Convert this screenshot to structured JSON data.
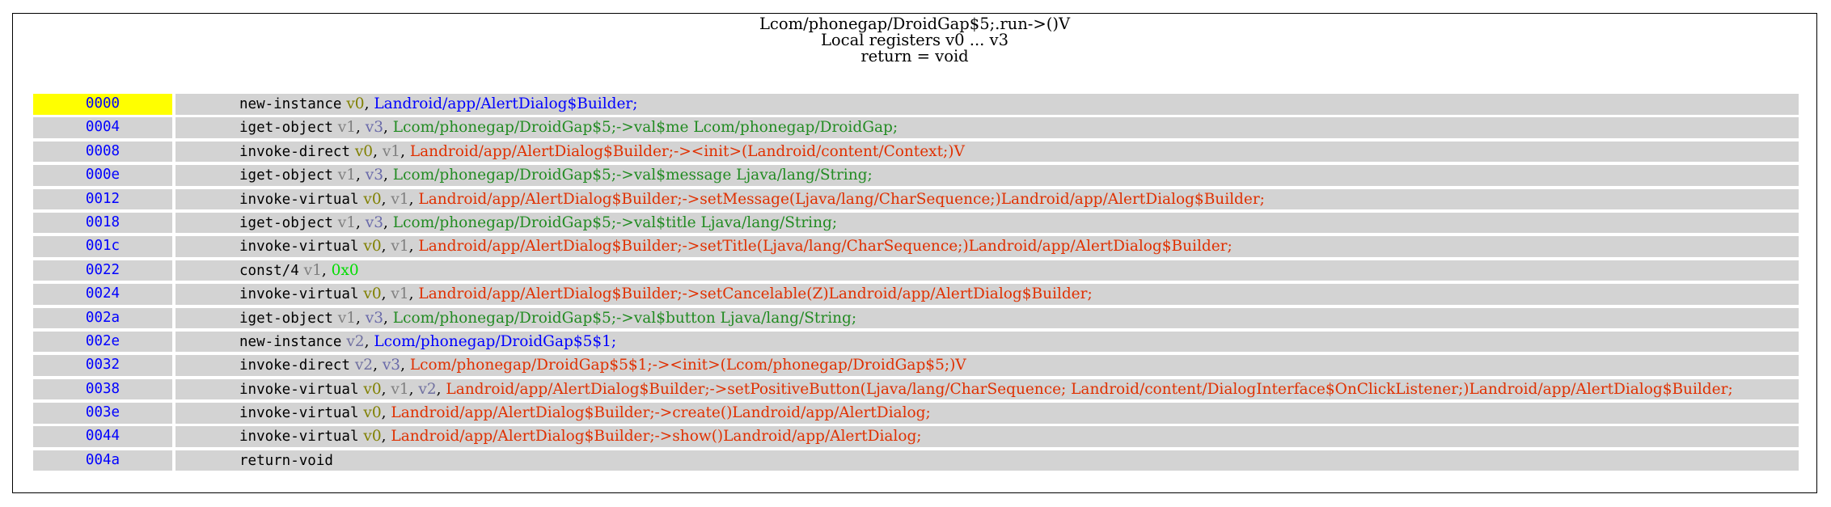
{
  "method": {
    "signature": "Lcom/phonegap/DroidGap$5;.run->()V",
    "registers": "Local registers v0 ... v3",
    "returns": "return = void"
  },
  "colors": {
    "address": "#0000ff",
    "current_address_bg": "#ffff00",
    "row_bg": "#d3d3d3",
    "v0": "#808000",
    "v1": "#808080",
    "v2": "#7070a0",
    "v3": "#6a6aaa",
    "type": "#0000ff",
    "field": "#228b22",
    "method": "#e03000",
    "literal": "#00dd00"
  },
  "instructions": [
    {
      "addr": "0000",
      "current": true,
      "op": "new-instance",
      "args": [
        {
          "t": "v0",
          "c": "v0"
        },
        {
          "t": "Landroid/app/AlertDialog$Builder;",
          "c": "type"
        }
      ]
    },
    {
      "addr": "0004",
      "op": "iget-object",
      "args": [
        {
          "t": "v1",
          "c": "v1"
        },
        {
          "t": "v3",
          "c": "v3"
        },
        {
          "t": "Lcom/phonegap/DroidGap$5;->val$me Lcom/phonegap/DroidGap;",
          "c": "field"
        }
      ]
    },
    {
      "addr": "0008",
      "op": "invoke-direct",
      "args": [
        {
          "t": "v0",
          "c": "v0"
        },
        {
          "t": "v1",
          "c": "v1"
        },
        {
          "t": "Landroid/app/AlertDialog$Builder;-><init>(Landroid/content/Context;)V",
          "c": "method"
        }
      ]
    },
    {
      "addr": "000e",
      "op": "iget-object",
      "args": [
        {
          "t": "v1",
          "c": "v1"
        },
        {
          "t": "v3",
          "c": "v3"
        },
        {
          "t": "Lcom/phonegap/DroidGap$5;->val$message Ljava/lang/String;",
          "c": "field"
        }
      ]
    },
    {
      "addr": "0012",
      "op": "invoke-virtual",
      "args": [
        {
          "t": "v0",
          "c": "v0"
        },
        {
          "t": "v1",
          "c": "v1"
        },
        {
          "t": "Landroid/app/AlertDialog$Builder;->setMessage(Ljava/lang/CharSequence;)Landroid/app/AlertDialog$Builder;",
          "c": "method"
        }
      ]
    },
    {
      "addr": "0018",
      "op": "iget-object",
      "args": [
        {
          "t": "v1",
          "c": "v1"
        },
        {
          "t": "v3",
          "c": "v3"
        },
        {
          "t": "Lcom/phonegap/DroidGap$5;->val$title Ljava/lang/String;",
          "c": "field"
        }
      ]
    },
    {
      "addr": "001c",
      "op": "invoke-virtual",
      "args": [
        {
          "t": "v0",
          "c": "v0"
        },
        {
          "t": "v1",
          "c": "v1"
        },
        {
          "t": "Landroid/app/AlertDialog$Builder;->setTitle(Ljava/lang/CharSequence;)Landroid/app/AlertDialog$Builder;",
          "c": "method"
        }
      ]
    },
    {
      "addr": "0022",
      "op": "const/4",
      "args": [
        {
          "t": "v1",
          "c": "v1"
        },
        {
          "t": "0x0",
          "c": "literal"
        }
      ]
    },
    {
      "addr": "0024",
      "op": "invoke-virtual",
      "args": [
        {
          "t": "v0",
          "c": "v0"
        },
        {
          "t": "v1",
          "c": "v1"
        },
        {
          "t": "Landroid/app/AlertDialog$Builder;->setCancelable(Z)Landroid/app/AlertDialog$Builder;",
          "c": "method"
        }
      ]
    },
    {
      "addr": "002a",
      "op": "iget-object",
      "args": [
        {
          "t": "v1",
          "c": "v1"
        },
        {
          "t": "v3",
          "c": "v3"
        },
        {
          "t": "Lcom/phonegap/DroidGap$5;->val$button Ljava/lang/String;",
          "c": "field"
        }
      ]
    },
    {
      "addr": "002e",
      "op": "new-instance",
      "args": [
        {
          "t": "v2",
          "c": "v2"
        },
        {
          "t": "Lcom/phonegap/DroidGap$5$1;",
          "c": "type"
        }
      ]
    },
    {
      "addr": "0032",
      "op": "invoke-direct",
      "args": [
        {
          "t": "v2",
          "c": "v2"
        },
        {
          "t": "v3",
          "c": "v3"
        },
        {
          "t": "Lcom/phonegap/DroidGap$5$1;-><init>(Lcom/phonegap/DroidGap$5;)V",
          "c": "method"
        }
      ]
    },
    {
      "addr": "0038",
      "op": "invoke-virtual",
      "args": [
        {
          "t": "v0",
          "c": "v0"
        },
        {
          "t": "v1",
          "c": "v1"
        },
        {
          "t": "v2",
          "c": "v2"
        },
        {
          "t": "Landroid/app/AlertDialog$Builder;->setPositiveButton(Ljava/lang/CharSequence; Landroid/content/DialogInterface$OnClickListener;)Landroid/app/AlertDialog$Builder;",
          "c": "method"
        }
      ]
    },
    {
      "addr": "003e",
      "op": "invoke-virtual",
      "args": [
        {
          "t": "v0",
          "c": "v0"
        },
        {
          "t": "Landroid/app/AlertDialog$Builder;->create()Landroid/app/AlertDialog;",
          "c": "method"
        }
      ]
    },
    {
      "addr": "0044",
      "op": "invoke-virtual",
      "args": [
        {
          "t": "v0",
          "c": "v0"
        },
        {
          "t": "Landroid/app/AlertDialog$Builder;->show()Landroid/app/AlertDialog;",
          "c": "method"
        }
      ]
    },
    {
      "addr": "004a",
      "op": "return-void",
      "args": []
    }
  ]
}
